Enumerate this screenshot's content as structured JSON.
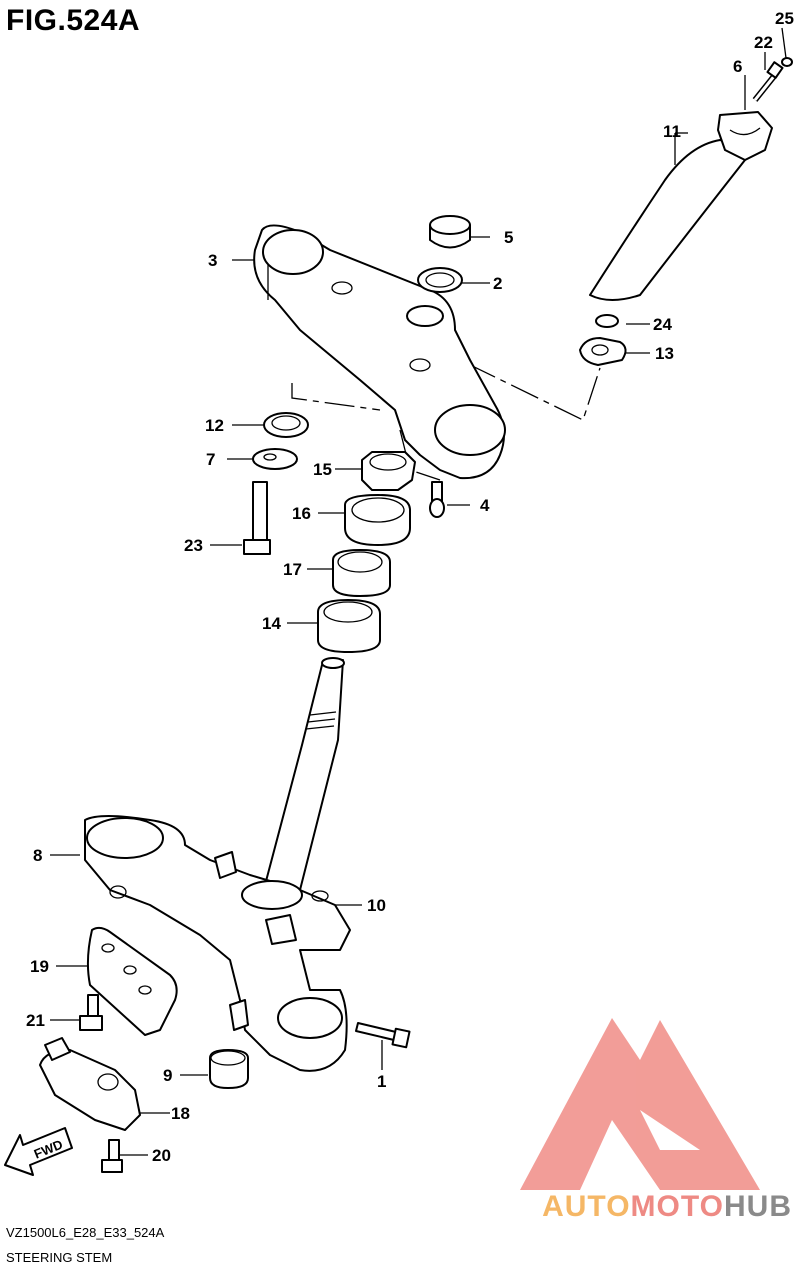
{
  "figure": {
    "title": "FIG.524A",
    "model_code": "VZ1500L6_E28_E33_524A",
    "name": "STEERING STEM"
  },
  "fwd_label": "FWD",
  "watermark": {
    "part1": "AUTO",
    "part2": "MOTO",
    "part3": "HUB",
    "colors": {
      "auto": "#f5b766",
      "moto": "#ee8a84",
      "hub": "#8a8a8a",
      "logo": "#f08c86"
    }
  },
  "callouts": [
    "1",
    "2",
    "3",
    "4",
    "5",
    "6",
    "7",
    "8",
    "9",
    "10",
    "11",
    "12",
    "13",
    "14",
    "15",
    "16",
    "17",
    "18",
    "19",
    "20",
    "21",
    "22",
    "23",
    "24",
    "25"
  ]
}
